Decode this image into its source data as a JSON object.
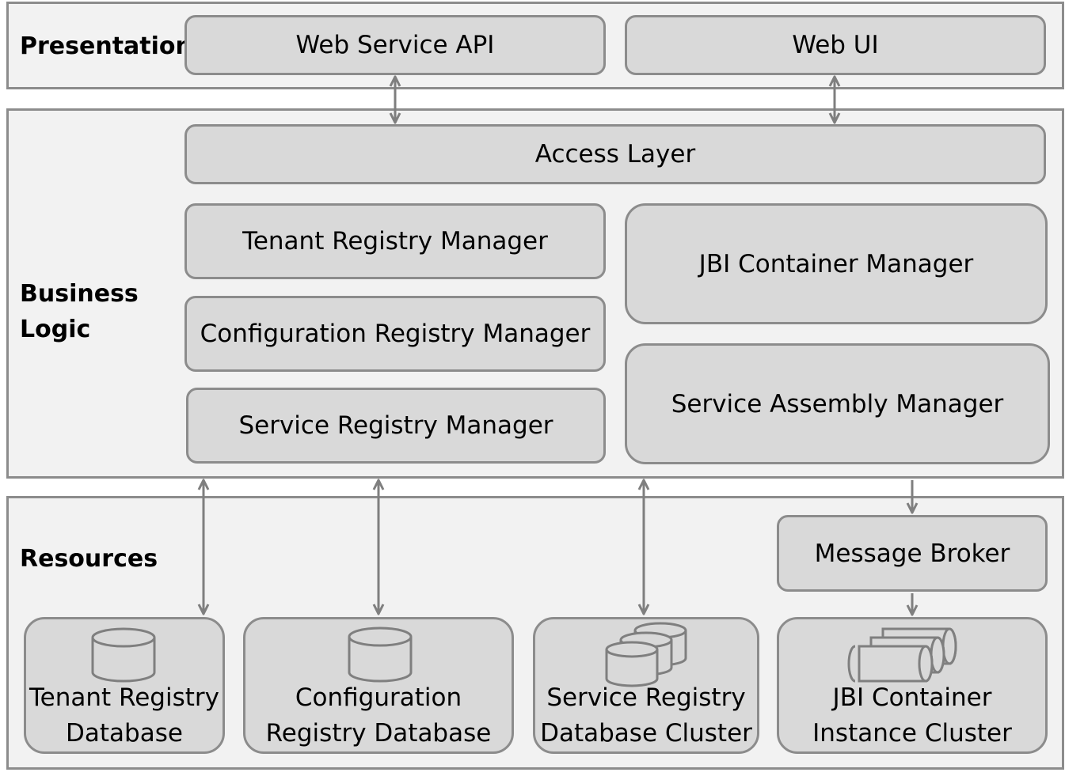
{
  "layers": {
    "presentation": "Presentation",
    "business_logic": "Business\nLogic",
    "resources": "Resources"
  },
  "presentation": {
    "web_service_api": "Web Service API",
    "web_ui": "Web UI"
  },
  "business_logic": {
    "access_layer": "Access Layer",
    "tenant_registry_manager": "Tenant Registry Manager",
    "configuration_registry_manager": "Configuration Registry Manager",
    "service_registry_manager": "Service Registry Manager",
    "jbi_container_manager": "JBI Container Manager",
    "service_assembly_manager": "Service Assembly Manager"
  },
  "resources": {
    "message_broker": "Message Broker",
    "tenant_registry_database": [
      "Tenant Registry",
      "Database"
    ],
    "configuration_registry_database": [
      "Configuration",
      "Registry Database"
    ],
    "service_registry_database_cluster": [
      "Service Registry",
      "Database Cluster"
    ],
    "jbi_container_instance_cluster": [
      "JBI Container",
      "Instance Cluster"
    ]
  },
  "icons": {
    "tenant_db": "database-icon",
    "config_db": "database-icon",
    "service_db_cluster": "database-cluster-icon",
    "jbi_instances": "container-instances-icon"
  },
  "colors": {
    "layer_fill": "#f2f2f2",
    "box_fill": "#d9d9d9",
    "border": "#8c8c8c",
    "arrow": "#7f7f7f"
  }
}
